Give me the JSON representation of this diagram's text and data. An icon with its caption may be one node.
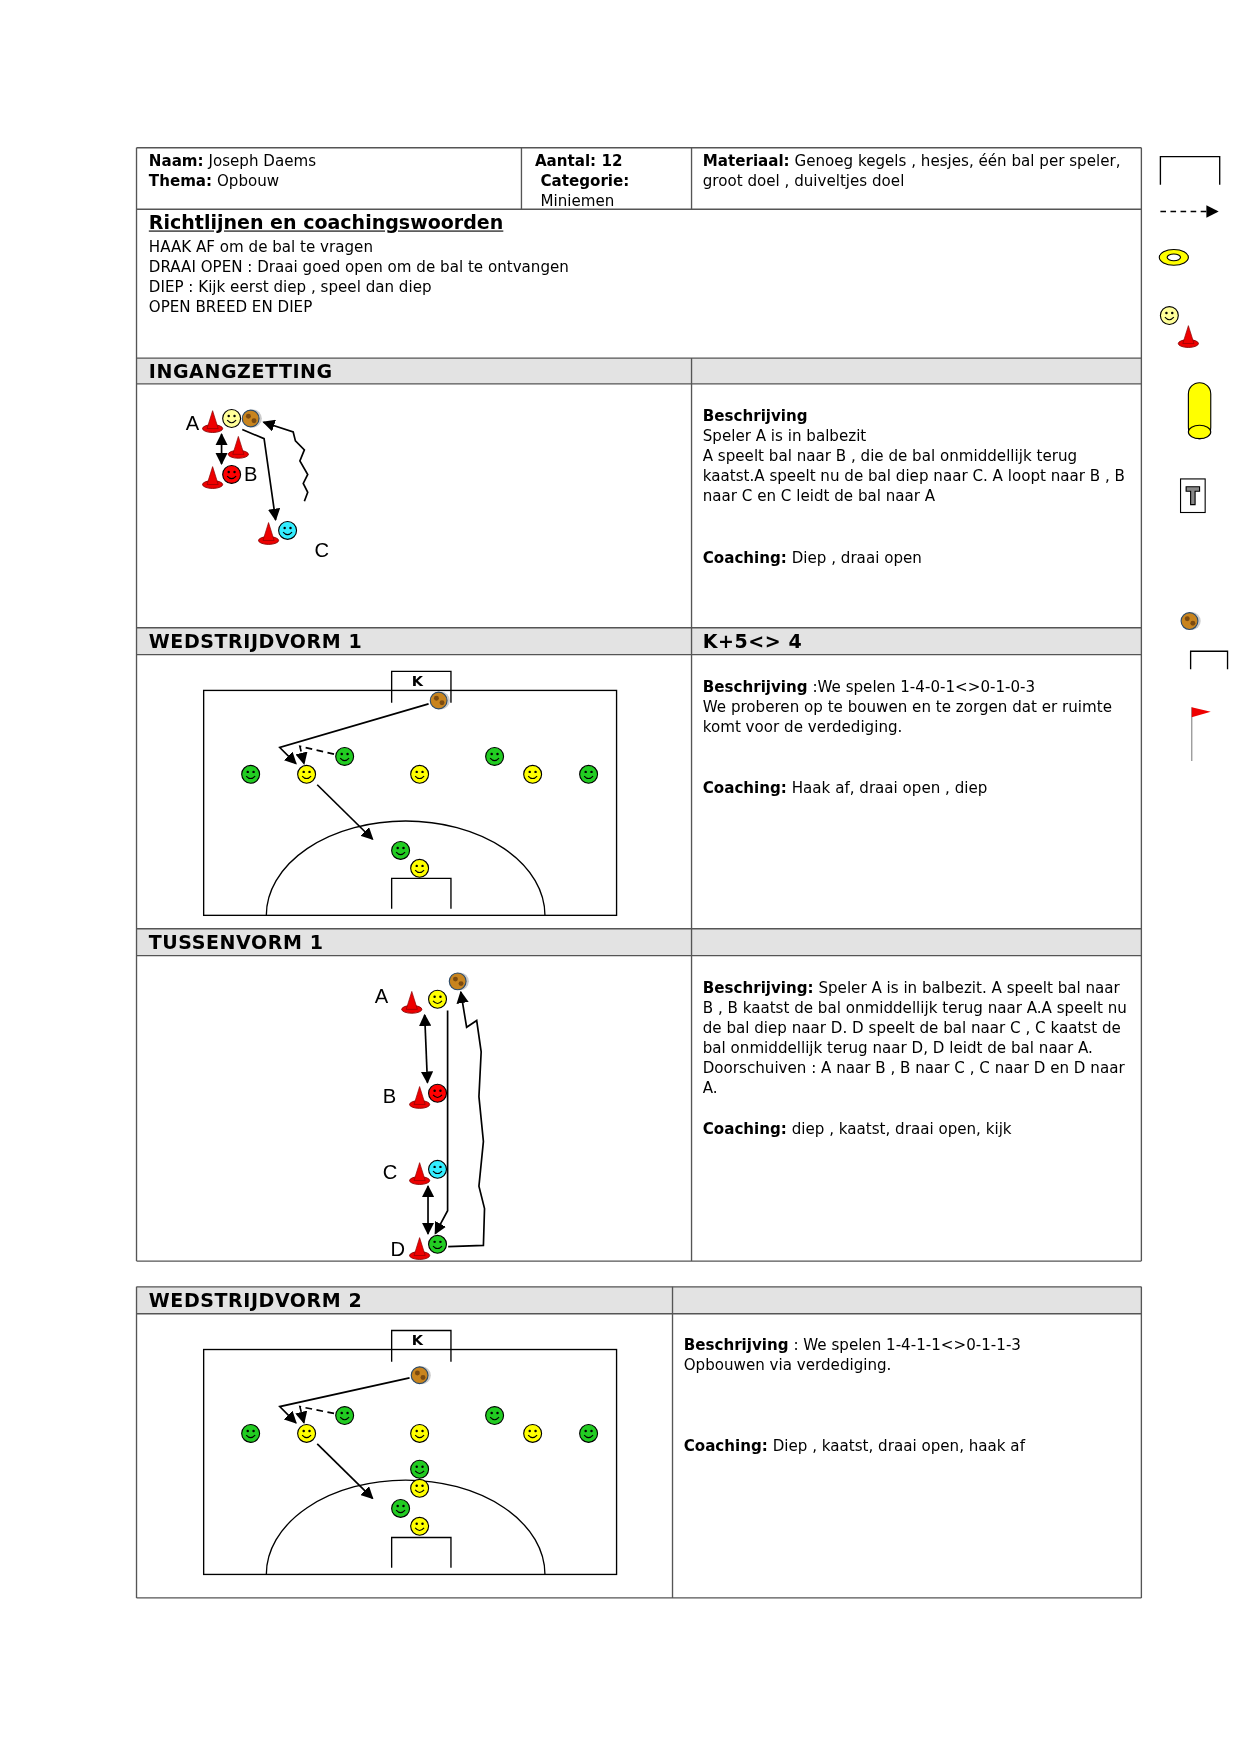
{
  "diagram": {
    "nodes": [
      {
        "text": [],
        "shape": "person"
      },
      {
        "text": [],
        "shape": "circle"
      },
      {
        "text": [],
        "shape": "person"
      },
      {
        "text": [],
        "shape": "person"
      },
      {
        "text": [],
        "shape": "circle"
      },
      {
        "text": [],
        "shape": "person"
      },
      {
        "text": [],
        "shape": "person"
      },
      {
        "text": [],
        "shape": "person"
      },
      {
        "text": [],
        "shape": "circle"
      },
      {
        "text": [],
        "shape": "person"
      },
      {
        "text": [],
        "shape": "person"
      },
      {
        "text": [],
        "shape": "person"
      },
      {
        "text": [],
        "shape": "circle"
      },
      {
        "text": [],
        "shape": "person"
      },
      {
        "text": [],
        "shape": "person"
      }
    ],
    "edges": [
      {
        "from": 0,
        "to": 2,
        "arrow": "both"
      },
      {
        "from": 0,
        "to": 3,
        "arrow": "to"
      },
      {
        "from": null,
        "to": 1,
        "arrow": "to"
      },
      {
        "from": 4,
        "to": 6,
        "arrow": "to"
      },
      {
        "from": 5,
        "to": 6,
        "arrow": "to",
        "style": "dashed"
      },
      {
        "from": 6,
        "to": null,
        "arrow": "to"
      },
      {
        "from": 7,
        "to": 9,
        "arrow": "both"
      },
      {
        "from": 10,
        "to": 11,
        "arrow": "both"
      },
      {
        "from": 7,
        "to": 11,
        "arrow": "to"
      },
      {
        "from": 11,
        "to": 8,
        "arrow": "to"
      },
      {
        "from": 12,
        "to": 14,
        "arrow": "to"
      },
      {
        "from": 13,
        "to": 14,
        "arrow": "to",
        "style": "dashed"
      },
      {
        "from": 14,
        "to": null,
        "arrow": "to"
      }
    ],
    "labels": [
      "**Naam:** Joseph Daems",
      "**Thema:** Opbouw",
      "Aantal: 12",
      "Categorie:",
      "Miniemen",
      "**Materiaal:** Genoeg kegels , hesjes, één bal per speler, groot doel , duiveltjes doel",
      "Richtlijnen en coachingswoorden",
      "HAAK AF om de bal te vragen",
      "DRAAI OPEN : Draai goed open om de bal te ontvangen",
      "DIEP : Kijk eerst diep , speel dan diep",
      "OPEN BREED EN DIEP",
      "INGANGZETTING",
      "A",
      "B",
      "C",
      "Beschrijving",
      "Speler A is in balbezit",
      "A speelt bal naar B , die de bal onmiddellijk terug kaatst.A speelt nu de bal diep naar C. A loopt naar B , B naar C en C leidt de bal naar A",
      "**Coaching:** Diep , draai open",
      "WEDSTRIJDVORM 1",
      "K+5<> 4",
      "K",
      "**Beschrijving** :We spelen 1-4-0-1<>0-1-0-3",
      "We proberen op te bouwen en te zorgen dat er ruimte komt voor de verdediging.",
      "**Coaching:** Haak af, draai open , diep",
      "TUSSENVORM 1",
      "A",
      "B",
      "C",
      "D",
      "**Beschrijving:** Speler A is in balbezit. A speelt bal naar B , B kaatst de bal onmiddellijk terug naar A.A speelt nu de bal diep naar D. D speelt de bal naar C , C kaatst de bal onmiddellijk terug naar D, D leidt de bal naar A. Doorschuiven : A naar B , B naar C , C naar D en D naar A.",
      "**Coaching:** diep , kaatst, draai open, kijk",
      "WEDSTRIJDVORM 2",
      "K",
      "**Beschrijving** : We spelen 1-4-1-1<>0-1-1-3",
      "Opbouwen via verdediging.",
      "**Coaching:** Diep , kaatst, draai open, haak af"
    ]
  }
}
